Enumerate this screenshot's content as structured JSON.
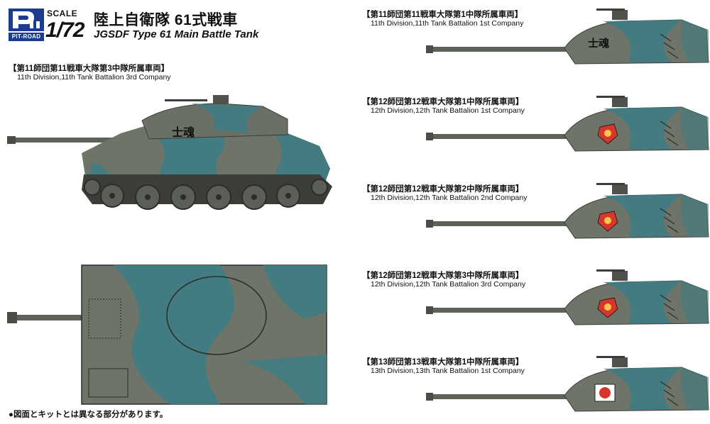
{
  "header": {
    "logo_text": "PIT-ROAD",
    "scale_label": "SCALE",
    "scale_value": "1/72",
    "title_ja": "陸上自衛隊 61式戦車",
    "title_en": "JGSDF Type 61 Main Battle Tank"
  },
  "main_profile": {
    "caption_ja": "【第11師団第11戦車大隊第3中隊所属車両】",
    "caption_en": "11th Division,11th Tank Battalion 3rd Company",
    "turret_marking": "士魂"
  },
  "variants": [
    {
      "caption_ja": "【第11師団第11戦車大隊第1中隊所属車両】",
      "caption_en": "11th Division,11th Tank Battalion 1st Company",
      "marking": "士魂",
      "emblem": "kanji"
    },
    {
      "caption_ja": "【第12師団第12戦車大隊第1中隊所属車両】",
      "caption_en": "12th Division,12th Tank Battalion 1st Company",
      "marking": "",
      "emblem": "shield"
    },
    {
      "caption_ja": "【第12師団第12戦車大隊第2中隊所属車両】",
      "caption_en": "12th Division,12th Tank Battalion 2nd Company",
      "marking": "",
      "emblem": "shield"
    },
    {
      "caption_ja": "【第12師団第12戦車大隊第3中隊所属車両】",
      "caption_en": "12th Division,12th Tank Battalion 3rd Company",
      "marking": "",
      "emblem": "shield"
    },
    {
      "caption_ja": "【第13師団第13戦車大隊第1中隊所属車両】",
      "caption_en": "13th Division,13th Tank Battalion 1st Company",
      "marking": "",
      "emblem": "roundel"
    }
  ],
  "colors": {
    "olive": "#6f7468",
    "teal": "#3f7c84",
    "dark": "#2a2d2a",
    "logo_blue": "#1b3d8f"
  },
  "footer": {
    "note": "●図面とキットとは異なる部分があります。"
  }
}
